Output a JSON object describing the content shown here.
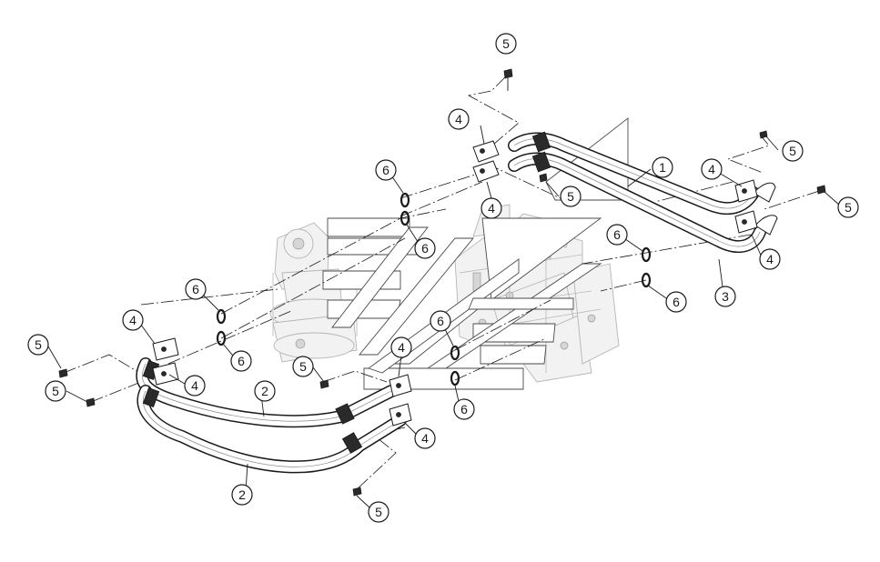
{
  "callouts": [
    {
      "id": "c5a",
      "label": "5"
    },
    {
      "id": "c4a",
      "label": "4"
    },
    {
      "id": "c4b",
      "label": "4"
    },
    {
      "id": "c5b",
      "label": "5"
    },
    {
      "id": "c1",
      "label": "1"
    },
    {
      "id": "c4c",
      "label": "4"
    },
    {
      "id": "c5c",
      "label": "5"
    },
    {
      "id": "c5d",
      "label": "5"
    },
    {
      "id": "c6a",
      "label": "6"
    },
    {
      "id": "c6b",
      "label": "6"
    },
    {
      "id": "c6c",
      "label": "6"
    },
    {
      "id": "c4d",
      "label": "4"
    },
    {
      "id": "c3",
      "label": "3"
    },
    {
      "id": "c6d",
      "label": "6"
    },
    {
      "id": "c6e",
      "label": "6"
    },
    {
      "id": "c6f",
      "label": "6"
    },
    {
      "id": "c4e",
      "label": "4"
    },
    {
      "id": "c5e",
      "label": "5"
    },
    {
      "id": "c6g",
      "label": "6"
    },
    {
      "id": "c4f",
      "label": "4"
    },
    {
      "id": "c5f",
      "label": "5"
    },
    {
      "id": "c5g",
      "label": "5"
    },
    {
      "id": "c4g",
      "label": "4"
    },
    {
      "id": "c2a",
      "label": "2"
    },
    {
      "id": "c6h",
      "label": "6"
    },
    {
      "id": "c4h",
      "label": "4"
    },
    {
      "id": "c2b",
      "label": "2"
    },
    {
      "id": "c5h",
      "label": "5"
    }
  ]
}
